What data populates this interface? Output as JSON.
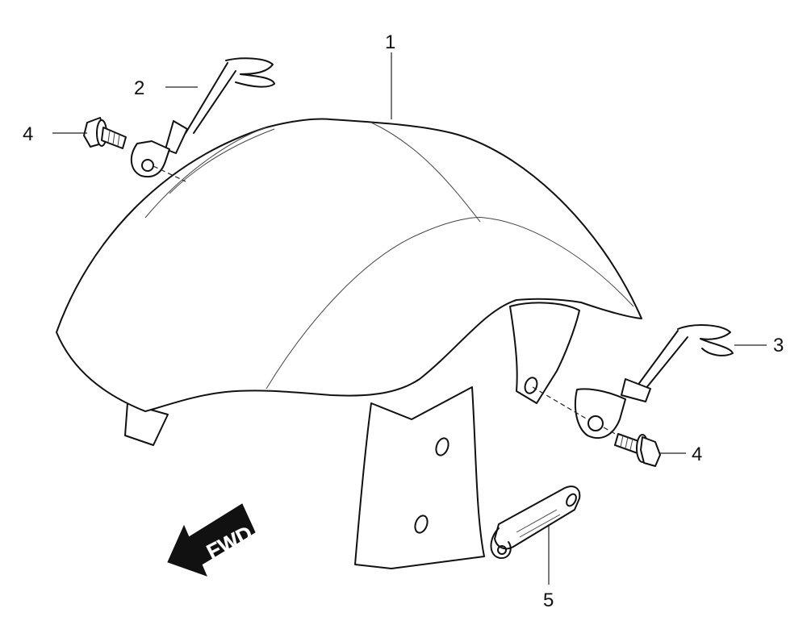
{
  "callouts": {
    "c1": "1",
    "c2": "2",
    "c3": "3",
    "c4_left": "4",
    "c4_right": "4",
    "c5": "5"
  },
  "direction_arrow": {
    "label": "FWD",
    "color": "#111111"
  },
  "icons": {
    "front_fender": "front-fender-icon",
    "left_wire_clip": "wire-clip-icon",
    "right_wire_clip": "wire-clip-icon",
    "bolts": "flange-bolt-icon",
    "bracket": "hose-bracket-icon"
  }
}
